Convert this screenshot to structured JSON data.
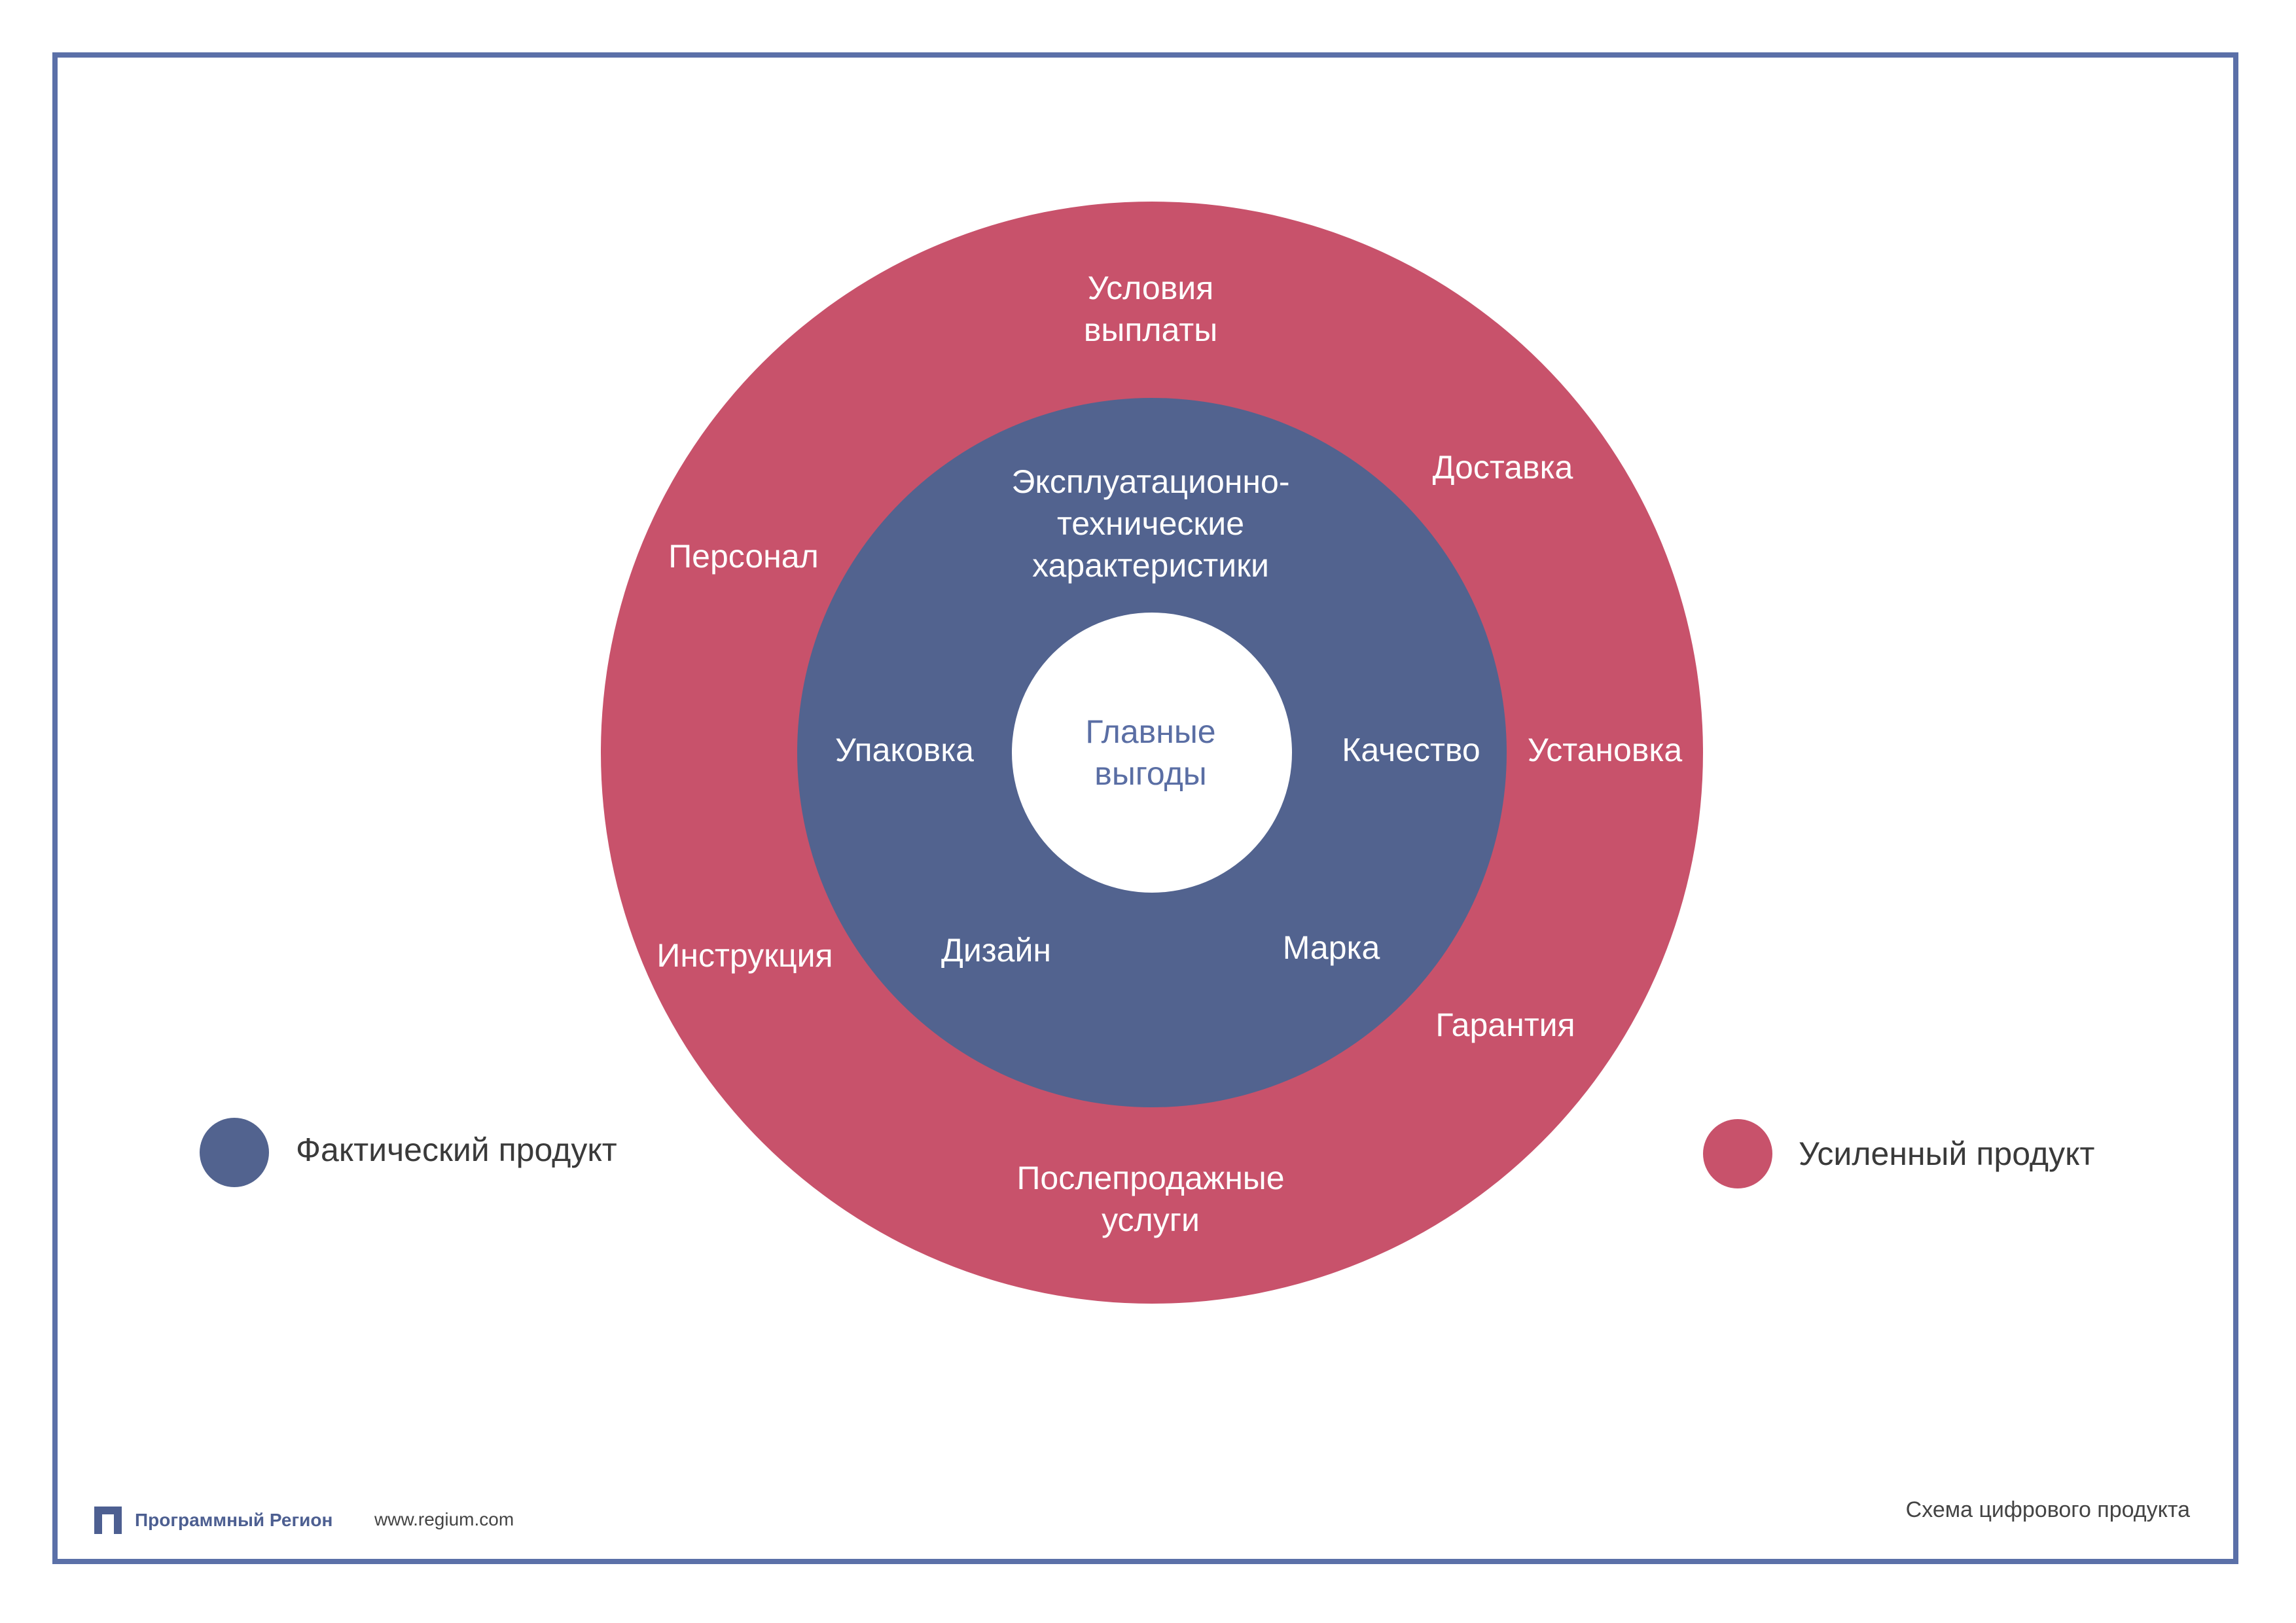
{
  "colors": {
    "actual": "#52638f",
    "augmented": "#c8526b",
    "core": "#ffffff",
    "frame": "#5b70a8",
    "center_text": "#5a6ea4"
  },
  "diagram": {
    "core": {
      "label": "Главные\nвыгоды"
    },
    "actual_product": {
      "items": [
        "Эксплуатационно-\nтехнические\nхарактеристики",
        "Упаковка",
        "Качество",
        "Дизайн",
        "Марка"
      ]
    },
    "augmented_product": {
      "items": [
        "Условия\nвыплаты",
        "Доставка",
        "Персонал",
        "Установка",
        "Инструкция",
        "Гарантия",
        "Послепродажные\nуслуги"
      ]
    }
  },
  "legend": {
    "actual": "Фактический продукт",
    "augmented": "Усиленный продукт"
  },
  "footer": {
    "brand": "Программный Регион",
    "url": "www.regium.com",
    "caption": "Схема цифрового продукта"
  }
}
